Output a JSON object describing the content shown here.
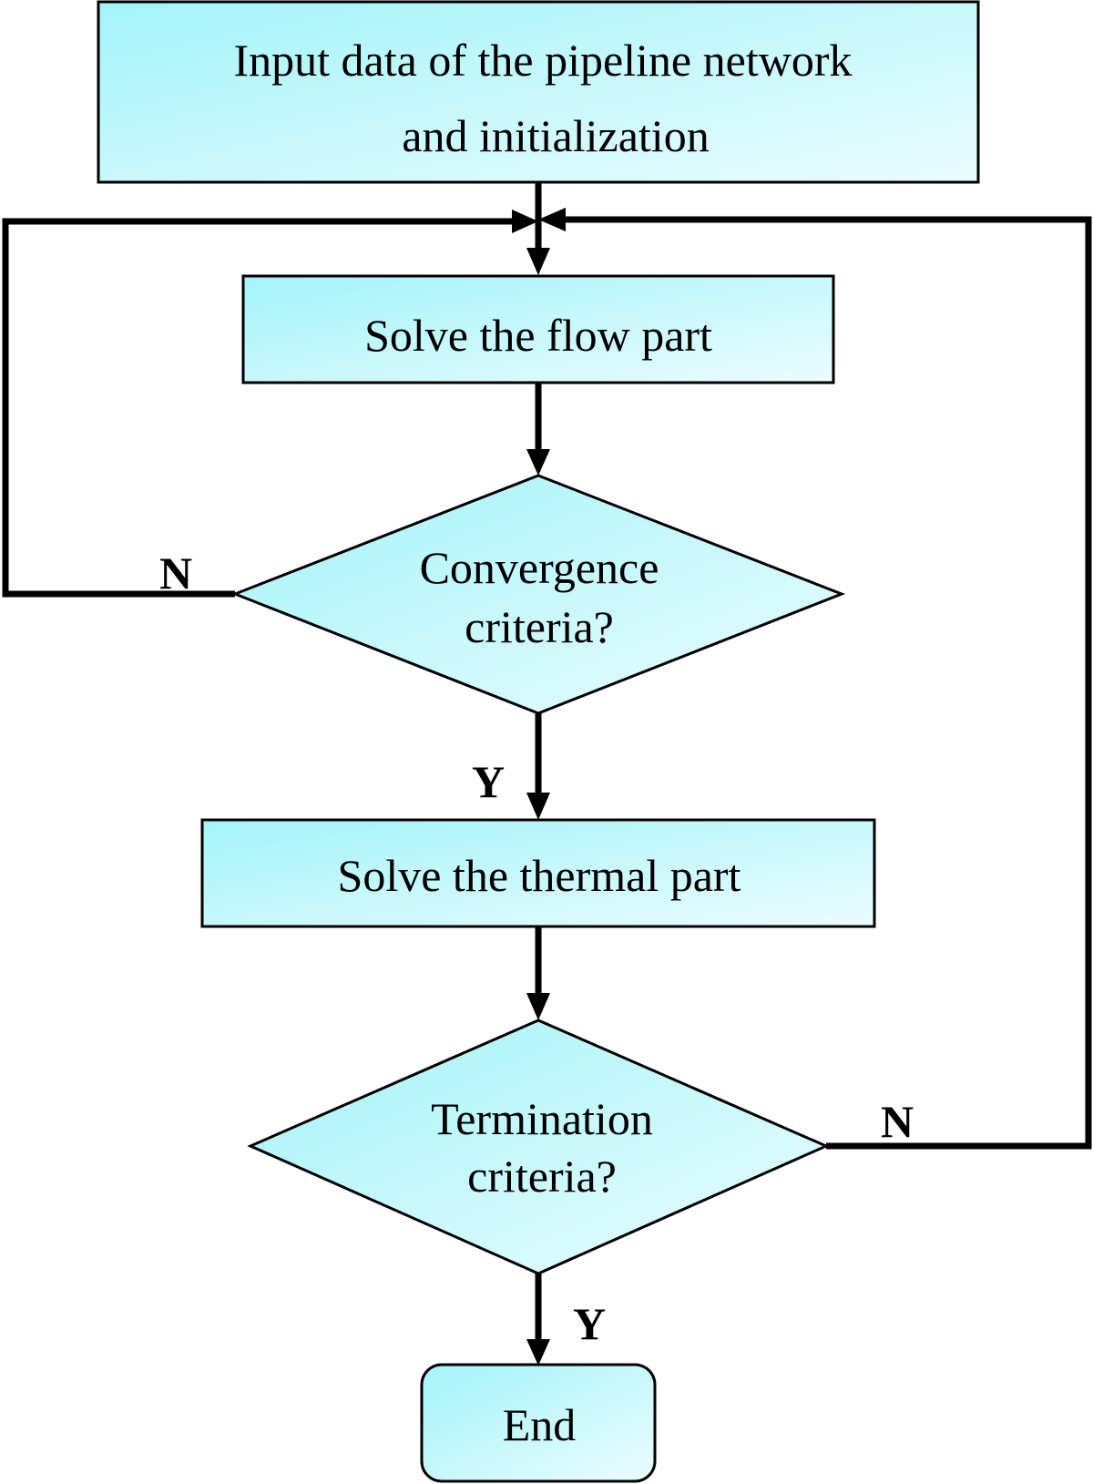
{
  "nodes": {
    "input": {
      "line1": "Input data of the pipeline network",
      "line2": "and initialization"
    },
    "flow": {
      "label": "Solve the flow part"
    },
    "convergence": {
      "line1": "Convergence",
      "line2": "criteria?"
    },
    "thermal": {
      "label": "Solve the thermal part"
    },
    "termination": {
      "line1": "Termination",
      "line2": "criteria?"
    },
    "end": {
      "label": "End"
    }
  },
  "branches": {
    "convergence_no": "N",
    "convergence_yes": "Y",
    "termination_no": "N",
    "termination_yes": "Y"
  },
  "colors": {
    "fill_light": "#ebfcfe",
    "fill_accent": "#a3f4fa",
    "line": "#000000"
  }
}
